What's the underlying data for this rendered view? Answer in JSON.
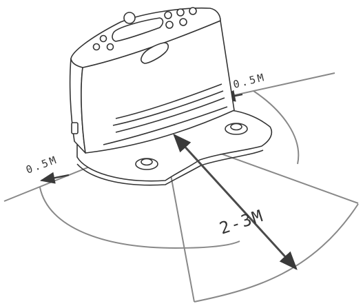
{
  "labels": {
    "right_clearance": "0.5M",
    "left_clearance": "0.5M",
    "front_range": "2-3M"
  },
  "colors": {
    "line": "#333333",
    "guide_line": "#888888",
    "arrow": "#4a4a4a",
    "background": "#ffffff"
  }
}
